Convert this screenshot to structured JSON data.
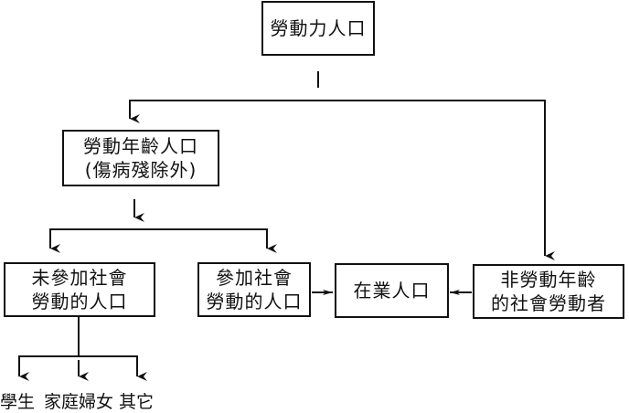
{
  "diagram": {
    "nodes": {
      "labor_population": {
        "lines": [
          "勞動力人口"
        ]
      },
      "working_age": {
        "lines": [
          "勞動年齡人口",
          "(傷病殘除外)"
        ]
      },
      "not_participating": {
        "lines": [
          "未參加社會",
          "勞動的人口"
        ]
      },
      "participating": {
        "lines": [
          "參加社會",
          "勞動的人口"
        ]
      },
      "employed": {
        "lines": [
          "在業人口"
        ]
      },
      "non_working_age": {
        "lines": [
          "非勞動年齡",
          "的社會勞動者"
        ]
      }
    },
    "leaves": [
      "學生",
      "家庭婦女",
      "其它"
    ],
    "edges": [
      {
        "from": "勞動力人口",
        "to": "勞動年齡人口(傷病殘除外)"
      },
      {
        "from": "勞動力人口",
        "to": "非勞動年齡的社會勞動者"
      },
      {
        "from": "勞動年齡人口(傷病殘除外)",
        "to": "未參加社會勞動的人口"
      },
      {
        "from": "勞動年齡人口(傷病殘除外)",
        "to": "參加社會勞動的人口"
      },
      {
        "from": "參加社會勞動的人口",
        "to": "在業人口"
      },
      {
        "from": "非勞動年齡的社會勞動者",
        "to": "在業人口"
      },
      {
        "from": "未參加社會勞動的人口",
        "to": "學生"
      },
      {
        "from": "未參加社會勞動的人口",
        "to": "家庭婦女"
      },
      {
        "from": "未參加社會勞動的人口",
        "to": "其它"
      }
    ]
  }
}
